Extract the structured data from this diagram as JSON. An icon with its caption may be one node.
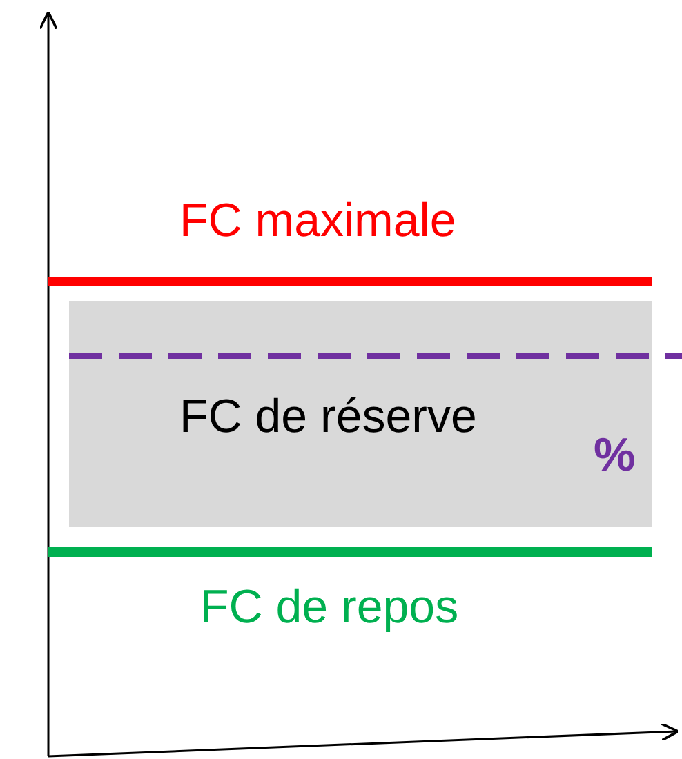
{
  "diagram": {
    "nodes": [
      {
        "text": [
          "FC de réserve",
          "%"
        ]
      }
    ],
    "labels": [
      "FC maximale",
      "FC de repos"
    ]
  }
}
